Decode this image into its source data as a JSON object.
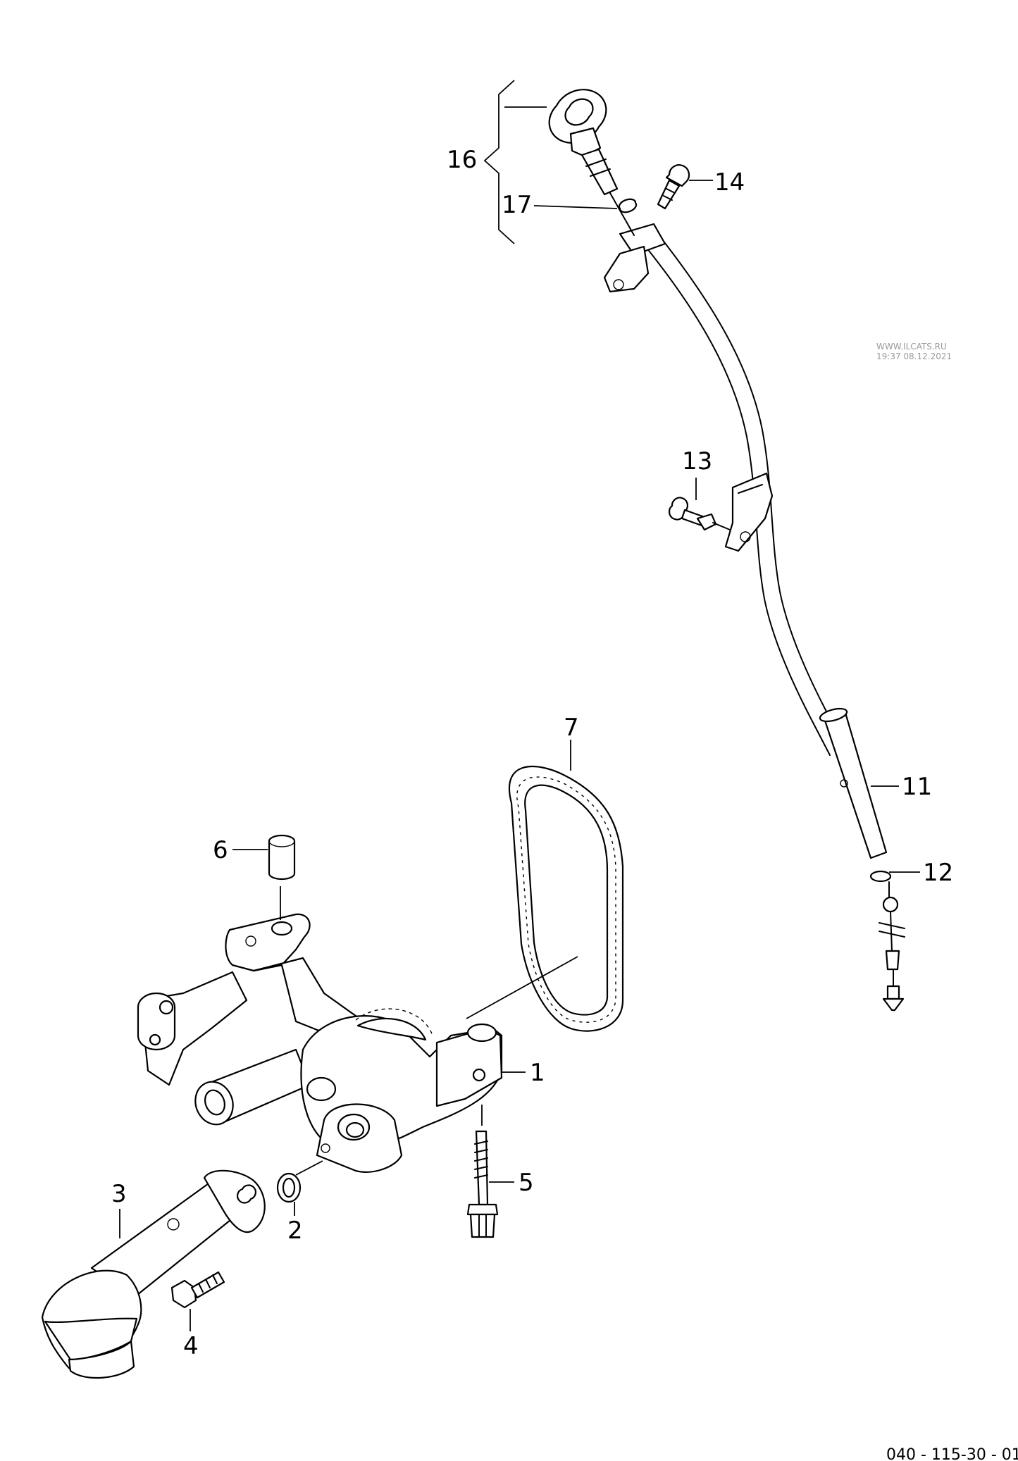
{
  "diagram": {
    "callouts": [
      "1",
      "2",
      "3",
      "4",
      "5",
      "6",
      "7",
      "11",
      "12",
      "13",
      "14",
      "16",
      "17"
    ],
    "watermark": {
      "line1": "WWW.ILCATS.RU",
      "line2": "19:37 08.12.2021"
    },
    "reference_code": "040 - 115-30 - 01"
  }
}
